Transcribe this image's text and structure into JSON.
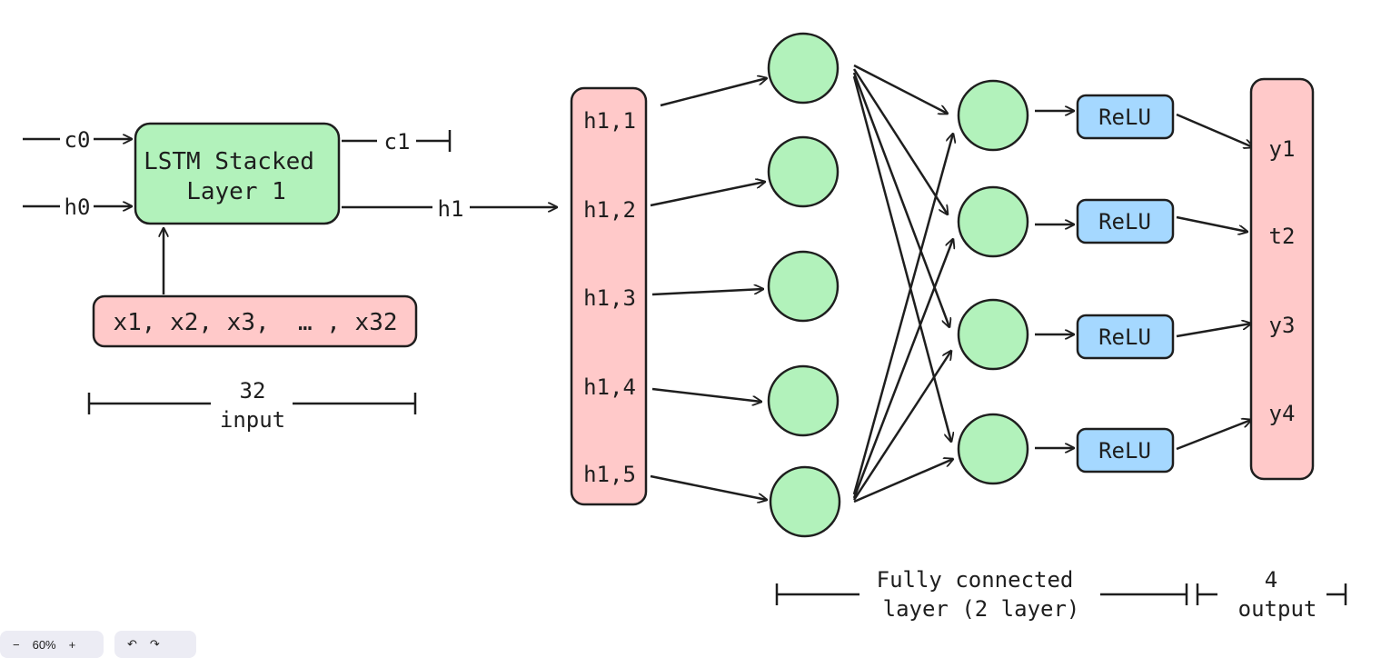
{
  "diagram": {
    "lstm": {
      "label_line1": "LSTM Stacked",
      "label_line2": "Layer 1",
      "c_in": "c0",
      "h_in": "h0",
      "c_out": "c1",
      "h_out": "h1",
      "input_seq": "x1, x2, x3,  … , x32",
      "input_dim_line1": "32",
      "input_dim_line2": "input"
    },
    "hidden_vector": [
      "h1,1",
      "h1,2",
      "h1,3",
      "h1,4",
      "h1,5"
    ],
    "relu_label": "ReLU",
    "outputs": [
      "y1",
      "t2",
      "y3",
      "y4"
    ],
    "fc_label_line1": "Fully connected",
    "fc_label_line2": "layer (2 layer)",
    "out_label_line1": "4",
    "out_label_line2": "output",
    "colors": {
      "red_fill": "#ffc9c9",
      "green_fill": "#b2f2bb",
      "blue_fill": "#a5d8ff",
      "stroke": "#1e1e1e"
    }
  },
  "toolbar": {
    "zoom_out": "−",
    "zoom_level": "60%",
    "zoom_in": "+",
    "undo_icon": "undo-icon",
    "redo_icon": "redo-icon"
  }
}
